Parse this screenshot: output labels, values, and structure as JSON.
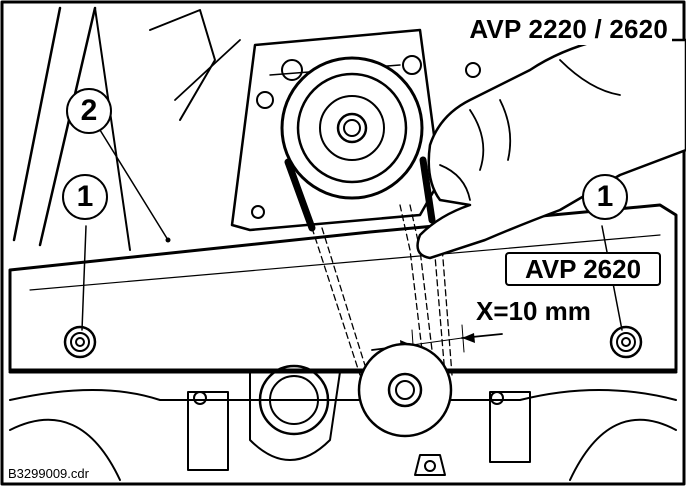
{
  "model_title": "AVP 2220 / 2620",
  "model_badge": "AVP 2620",
  "dimension": "X=10 mm",
  "file_name": "B3299009.cdr",
  "callouts": {
    "bolt_left": "1",
    "bolt_right": "1",
    "belt_guard": "2"
  }
}
